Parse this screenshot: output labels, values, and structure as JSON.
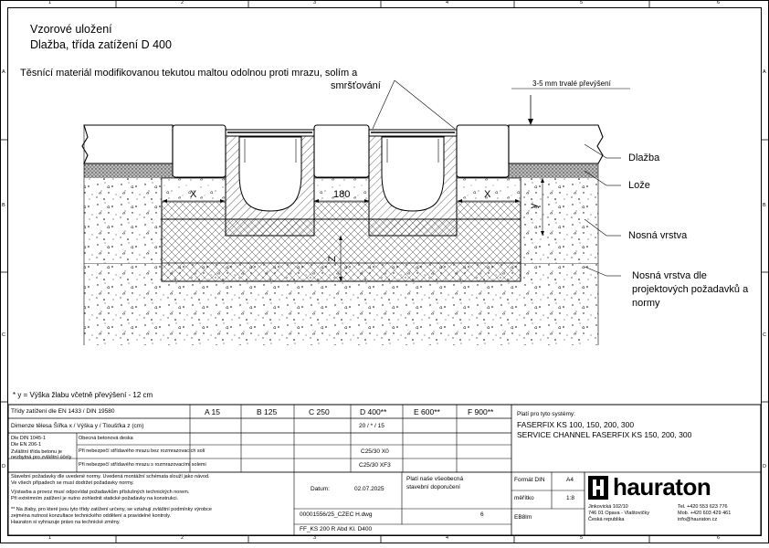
{
  "title": {
    "line1": "Vzorové uložení",
    "line2": "Dlažba, třída zatížení D 400"
  },
  "grid": {
    "columns": [
      "1",
      "2",
      "3",
      "4",
      "5",
      "6"
    ],
    "rows": [
      "A",
      "B",
      "C",
      "D"
    ]
  },
  "annotations": {
    "sealant_line1": "Těsnící materiál modifikovanou tekutou maltou odolnou proti mrazu, solím a",
    "sealant_line2": "smršťování",
    "elevation": "3-5 mm trvalé převýšení",
    "paving": "Dlažba",
    "bedding": "Lože",
    "base_layer": "Nosná vrstva",
    "base_layer_project_1": "Nosná vrstva dle",
    "base_layer_project_2": "projektových požadavků a",
    "base_layer_project_3": "normy",
    "dim_x": "X",
    "dim_180": "180",
    "dim_y": "y",
    "dim_z": "Z",
    "footnote": "* y = Výška žlabu včetně převýšení - 12 cm"
  },
  "table": {
    "header_label": "Třídy zatížení dle EN 1433 / DIN 19580",
    "classes": [
      "A 15",
      "B 125",
      "C 250",
      "D 400**",
      "E 600**",
      "F 900**"
    ],
    "row1_label": "Dimenze tělesa   Šířka x / Výška y / Tloušťka z (cm)",
    "row1_value": "20 / * / 15",
    "row2_label_a": "Dle DIN 1045-1",
    "row2_label_b": "Dle EN 206-1",
    "row2_sub": "Obecná betonová deska",
    "row3_label_a": "Zvláštní třída betonu je",
    "row3_label_b": "nezbytná pro zvláštní účely",
    "row3_sub": "Při nebezpečí střídavého mrazu bez rozmrazovacích solí",
    "row3_value": "C25/30 X0",
    "row4_sub": "Při nebezpečí střídavého mrazu s rozmrazovacími solemi",
    "row4_value": "C25/30 XF3",
    "systems_label": "Platí pro tyto systémy:",
    "system1": "FASERFIX KS 100, 150, 200, 300",
    "system2": "SERVICE CHANNEL FASERFIX KS 150, 200, 300",
    "notes_line1": "Stavební požadavky dle uvedené normy. Uvedená montážní schémata slouží jako návod.",
    "notes_line2": "Ve všech případech se musí dodržet požadavky normy.",
    "notes_line3": "Výstavba a provoz musí odpovídat požadavkům příslušných technických norem.",
    "notes_line4": "Při extrémním zatížení je nutno zohlednit statické požadavky na konstrukci.",
    "notes_line5": "** Na žlaby, pro které jsou tyto třídy zatížení určeny, se vztahují zvláštní podmínky výrobce",
    "notes_line6": "zejména nutnost konzultace technického oddělení a pravidelné kontroly.",
    "notes_line7": "Hauraton si vyhrazuje právo na technické změny.",
    "drawing_note1": "Platí naše všeobecná",
    "drawing_note2": "stavební doporučení",
    "date_label": "Datum:",
    "date_value": "02.07.2025",
    "format_label": "Formát DIN",
    "format_value": "A4",
    "scale_label": "měřítko",
    "scale_value": "1:8",
    "file_label": "00001556/25_CZEC H.dwg",
    "sheet_no": "6",
    "author": "EB8lm",
    "doc_code": "FF_KS 200 R Abd Kl. D400",
    "company": "hauraton",
    "address1": "Jinkovická 102/10",
    "address2": "746 01 Opava - Vlaštovičky",
    "address3": "Česká republika",
    "phone1": "Tel. +420 553 623 776",
    "phone2": "Mob. +420 603 429 461",
    "email": "info@hauraton.cz"
  }
}
